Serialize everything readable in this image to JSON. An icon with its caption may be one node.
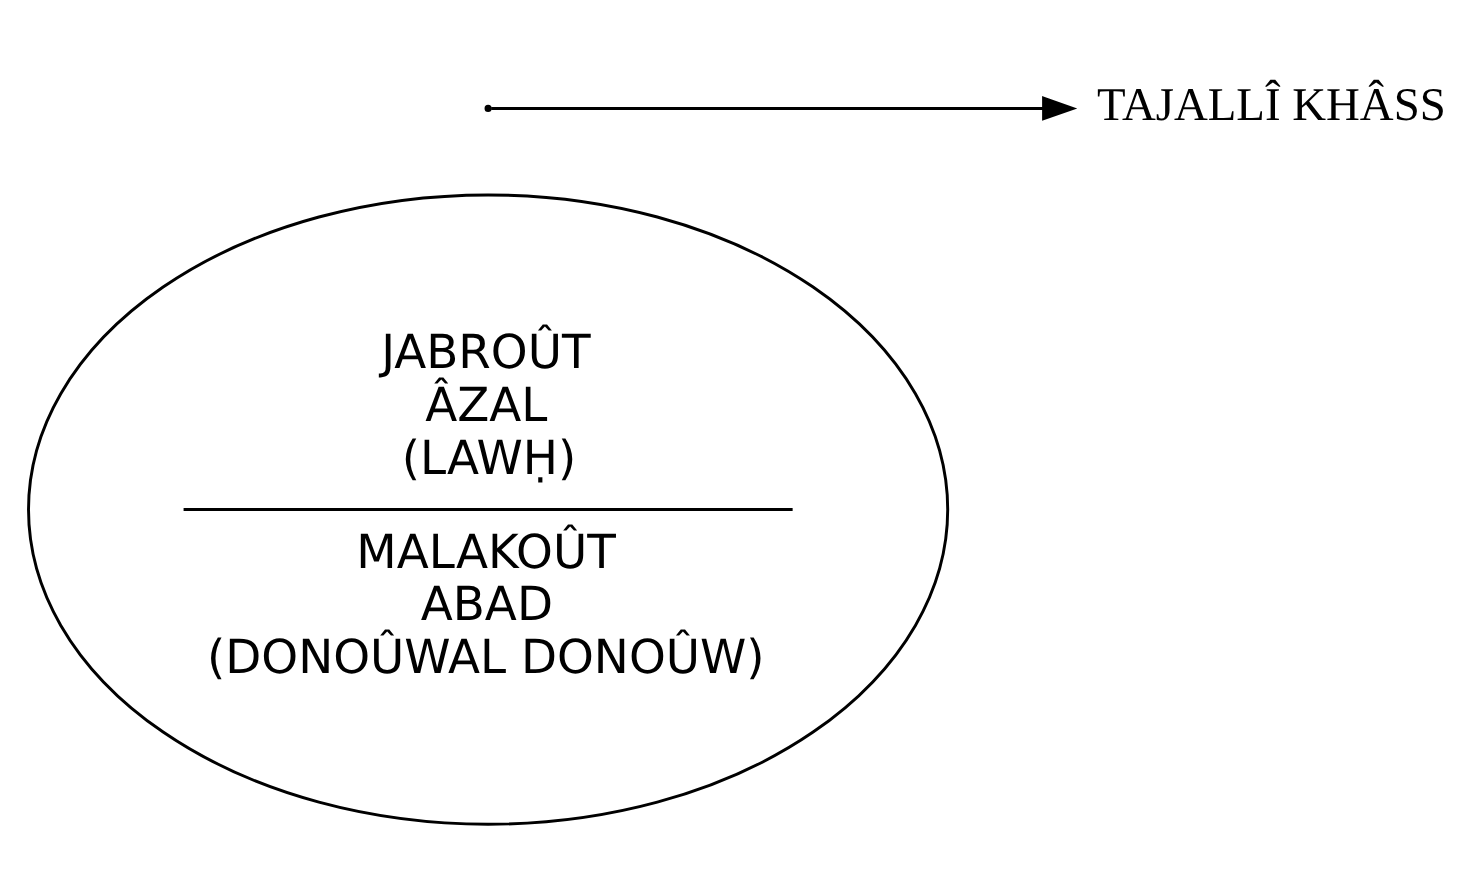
{
  "diagram": {
    "nodes": [
      {
        "text": [
          "JABROÛT",
          "ÂZAL",
          "(LAWḤ)",
          "MALAKOÛT",
          "ABAD",
          "(DONOÛWAL DONOÛW)"
        ]
      },
      {
        "text": [
          "TAJALLÎ KHÂSS"
        ]
      }
    ],
    "edges": [
      {
        "from": null,
        "to": 1,
        "arrow": "to"
      }
    ]
  }
}
